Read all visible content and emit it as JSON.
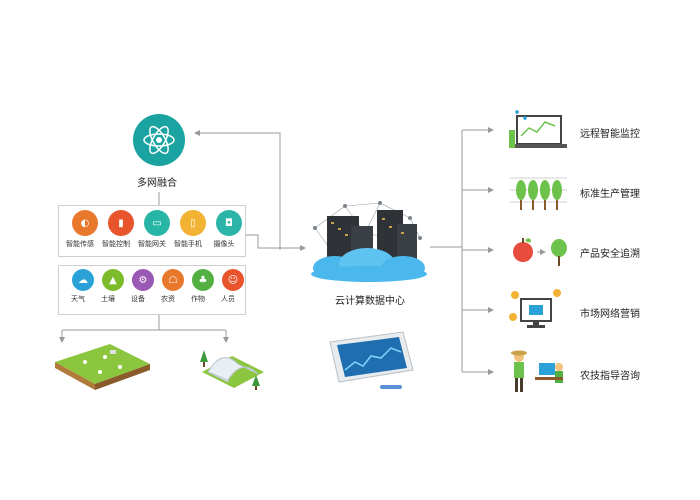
{
  "hub": {
    "title": "多网融合",
    "color": "#1aa3a1"
  },
  "devices_row": [
    {
      "label": "智能传感",
      "icon": "sensor-icon",
      "color": "#e8782c"
    },
    {
      "label": "智能控制",
      "icon": "control-icon",
      "color": "#e8542c"
    },
    {
      "label": "智能网关",
      "icon": "gateway-icon",
      "color": "#27b6a6"
    },
    {
      "label": "智能手机",
      "icon": "phone-icon",
      "color": "#f2b233"
    },
    {
      "label": "摄像头",
      "icon": "camera-icon",
      "color": "#2bb5a8"
    }
  ],
  "sources_row": [
    {
      "label": "天气",
      "icon": "weather-icon",
      "color": "#2aa2d8"
    },
    {
      "label": "土壤",
      "icon": "soil-icon",
      "color": "#7cbc2a"
    },
    {
      "label": "设备",
      "icon": "device-icon",
      "color": "#9b59b6"
    },
    {
      "label": "农资",
      "icon": "supplies-icon",
      "color": "#e8782c"
    },
    {
      "label": "作物",
      "icon": "crop-icon",
      "color": "#52b043"
    },
    {
      "label": "人员",
      "icon": "person-icon",
      "color": "#e8542c"
    }
  ],
  "center": {
    "title": "云计算数据中心",
    "cloud_color": "#4ab8ec"
  },
  "services": [
    {
      "label": "远程智能监控",
      "icon": "remote-monitor-icon"
    },
    {
      "label": "标准生产管理",
      "icon": "production-icon"
    },
    {
      "label": "产品安全追溯",
      "icon": "traceability-icon"
    },
    {
      "label": "市场网络营销",
      "icon": "marketing-icon"
    },
    {
      "label": "农技指导咨询",
      "icon": "consulting-icon"
    }
  ],
  "colors": {
    "line": "#9a9a9a",
    "box_border": "#cfcfcf",
    "green": "#6cc24a"
  }
}
